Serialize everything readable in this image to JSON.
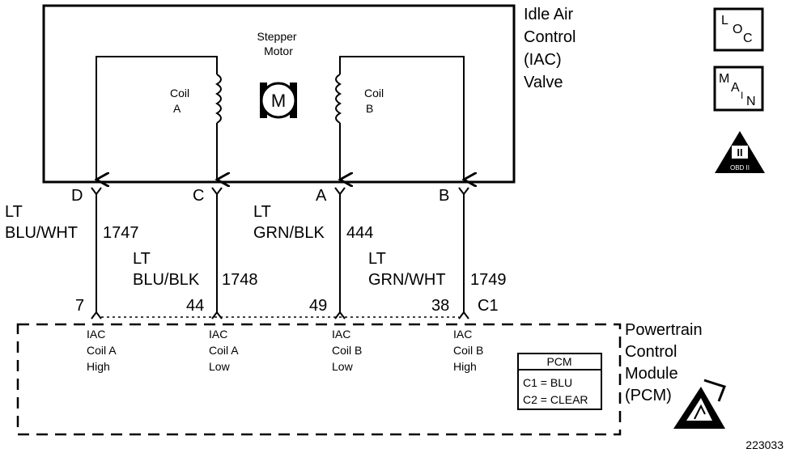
{
  "iac": {
    "title_lines": [
      "Idle Air",
      "Control",
      "(IAC)",
      "Valve"
    ],
    "motor_label_lines": [
      "Stepper",
      "Motor"
    ],
    "motor_symbol": "M",
    "coil_a_lines": [
      "Coil",
      "A"
    ],
    "coil_b_lines": [
      "Coil",
      "B"
    ]
  },
  "terminals": {
    "d": "D",
    "c": "C",
    "a": "A",
    "b": "B"
  },
  "wires": {
    "w1747": {
      "color_lines": [
        "LT",
        "BLU/WHT"
      ],
      "circuit": "1747"
    },
    "w1748": {
      "color_lines": [
        "LT",
        "BLU/BLK"
      ],
      "circuit": "1748"
    },
    "w444": {
      "color_lines": [
        "LT",
        "GRN/BLK"
      ],
      "circuit": "444"
    },
    "w1749": {
      "color_lines": [
        "LT",
        "GRN/WHT"
      ],
      "circuit": "1749"
    }
  },
  "pcm_pins": {
    "p7": "7",
    "p44": "44",
    "p49": "49",
    "p38": "38",
    "connector": "C1"
  },
  "pcm_functions": {
    "f1": [
      "IAC",
      "Coil A",
      "High"
    ],
    "f2": [
      "IAC",
      "Coil A",
      "Low"
    ],
    "f3": [
      "IAC",
      "Coil B",
      "Low"
    ],
    "f4": [
      "IAC",
      "Coil B",
      "High"
    ]
  },
  "pcm": {
    "title_lines": [
      "Powertrain",
      "Control",
      "Module",
      "(PCM)"
    ],
    "legend_title": "PCM",
    "legend_c1": "C1 = BLU",
    "legend_c2": "C2 = CLEAR"
  },
  "badges": {
    "loc": [
      "L",
      "O",
      "C"
    ],
    "main": [
      "M",
      "A",
      "I",
      "N"
    ],
    "obd_numeral": "II",
    "obd_text": "OBD II"
  },
  "figure_number": "223033"
}
